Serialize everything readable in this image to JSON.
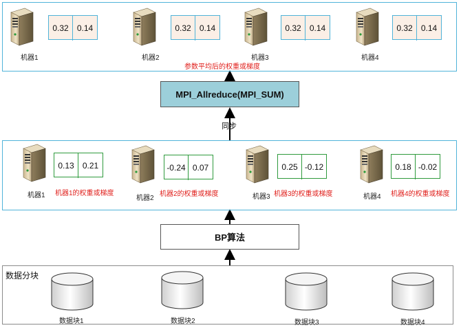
{
  "top_section": {
    "machines": [
      {
        "label": "机器1",
        "values": [
          "0.32",
          "0.14"
        ]
      },
      {
        "label": "机器2",
        "values": [
          "0.32",
          "0.14"
        ]
      },
      {
        "label": "机器3",
        "values": [
          "0.32",
          "0.14"
        ]
      },
      {
        "label": "机器4",
        "values": [
          "0.32",
          "0.14"
        ]
      }
    ],
    "caption": "参数平均后的权重或梯度",
    "caption_color": "#e0201c"
  },
  "mpi_box": {
    "label": "MPI_Allreduce(MPI_SUM)",
    "fill": "#9ccfda"
  },
  "sync_label": "同步",
  "middle_section": {
    "machines": [
      {
        "label": "机器1",
        "values": [
          "0.13",
          "0.21"
        ],
        "caption": "机器1的权重或梯度"
      },
      {
        "label": "机器2",
        "values": [
          "-0.24",
          "0.07"
        ],
        "caption": "机器2的权重或梯度"
      },
      {
        "label": "机器3",
        "values": [
          "0.25",
          "-0.12"
        ],
        "caption": "机器3的权重或梯度"
      },
      {
        "label": "机器4",
        "values": [
          "0.18",
          "-0.02"
        ],
        "caption": "机器4的权重或梯度"
      }
    ]
  },
  "bp_box": {
    "label": "BP算法"
  },
  "data_section": {
    "title": "数据分块",
    "blocks": [
      {
        "label": "数据块1"
      },
      {
        "label": "数据块2"
      },
      {
        "label": "数据块3"
      },
      {
        "label": "数据块4"
      }
    ]
  },
  "colors": {
    "panel_border": "#4fb3d9",
    "value_border_mid": "#2e9a3c",
    "value_fill_top": "#fbefe6"
  }
}
